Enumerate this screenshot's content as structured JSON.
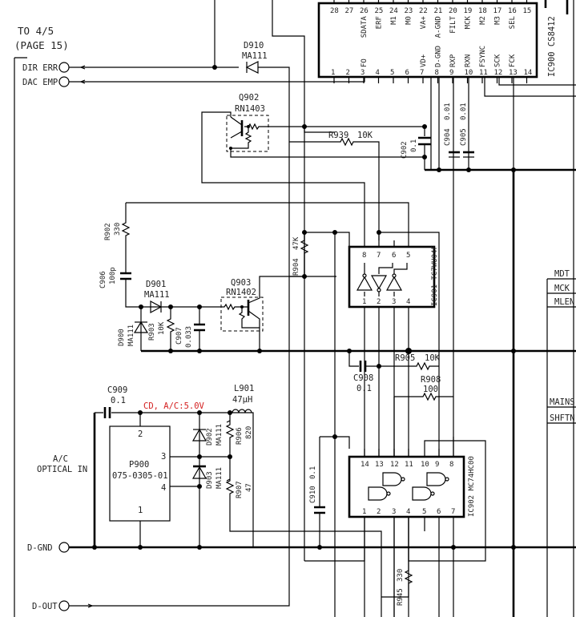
{
  "header": {
    "destination_line1": "TO 4/5",
    "destination_line2": "(PAGE 15)"
  },
  "terminals": {
    "dir_err": "DIR ERR",
    "dac_emp": "DAC EMP",
    "d_gnd": "D-GND",
    "d_out": "D-OUT"
  },
  "input_label": {
    "line1": "A/C",
    "line2": "OPTICAL IN"
  },
  "bus_labels": [
    "MDT",
    "MCK",
    "MLEN",
    "MAINS",
    "SHFTN"
  ],
  "voltage_label": "CD, A/C:5.0V",
  "voltage_color": "#d42020",
  "ic900": {
    "name": "IC900 CS8412",
    "top_pins": [
      "28",
      "27",
      "26",
      "25",
      "24",
      "23",
      "22",
      "21",
      "20",
      "19",
      "18",
      "17",
      "16",
      "15"
    ],
    "top_names": [
      "",
      "",
      "SDATA",
      "ERF",
      "M1",
      "M0",
      "VA+",
      "A-GND",
      "FILT",
      "MCK",
      "M2",
      "M3",
      "SEL",
      ""
    ],
    "bottom_pins": [
      "1",
      "2",
      "3",
      "4",
      "5",
      "6",
      "7",
      "8",
      "9",
      "10",
      "11",
      "12",
      "13",
      "14"
    ],
    "bottom_names": [
      "",
      "",
      "FO",
      "",
      "",
      "",
      "VD+",
      "D-GND",
      "RXP",
      "RXN",
      "FSYNC",
      "SCK",
      "FCK",
      ""
    ]
  },
  "ic901": {
    "name": "IC901 TC7WU04F",
    "top_pins": [
      "8",
      "7",
      "6",
      "5"
    ],
    "bottom_pins": [
      "1",
      "2",
      "3",
      "4"
    ]
  },
  "ic902": {
    "name": "IC902 MC74HC00",
    "top_pins": [
      "14",
      "13",
      "12",
      "11",
      "10",
      "9",
      "8"
    ],
    "bottom_pins": [
      "1",
      "2",
      "3",
      "4",
      "5",
      "6",
      "7"
    ]
  },
  "p900": {
    "name": "P900",
    "part": "075-0305-01",
    "pins": [
      "2",
      "3",
      "4",
      "1"
    ]
  },
  "components": {
    "d910": {
      "ref": "D910",
      "value": "MA111"
    },
    "q902": {
      "ref": "Q902",
      "value": "RN1403"
    },
    "r939": {
      "ref": "R939",
      "value": "10K"
    },
    "c902": {
      "ref": "C902",
      "value": "0.1"
    },
    "c904": {
      "ref": "C904",
      "value": "0.01"
    },
    "c905": {
      "ref": "C905",
      "value": "0.01"
    },
    "r902": {
      "ref": "R902",
      "value": "330"
    },
    "c906": {
      "ref": "C906",
      "value": "100p"
    },
    "d901": {
      "ref": "D901",
      "value": "MA111"
    },
    "d900": {
      "ref": "D900",
      "value": "MA111"
    },
    "r903": {
      "ref": "R903",
      "value": "10K"
    },
    "c907": {
      "ref": "C907",
      "value": "0.033"
    },
    "q903": {
      "ref": "Q903",
      "value": "RN1402"
    },
    "r904": {
      "ref": "R904",
      "value": "47K"
    },
    "r905": {
      "ref": "R905",
      "value": "10K"
    },
    "c908": {
      "ref": "C908",
      "value": "0.1"
    },
    "r908": {
      "ref": "R908",
      "value": "100"
    },
    "c909": {
      "ref": "C909",
      "value": "0.1"
    },
    "l901": {
      "ref": "L901",
      "value": "47µH"
    },
    "d902": {
      "ref": "D902",
      "value": "MA111"
    },
    "d903": {
      "ref": "D903",
      "value": "MA111"
    },
    "r906": {
      "ref": "R906",
      "value": "820"
    },
    "r907": {
      "ref": "R907",
      "value": "47"
    },
    "c910": {
      "ref": "C910",
      "value": "0.1"
    },
    "r945": {
      "ref": "R945",
      "value": "330"
    }
  },
  "cap_marks": {
    "e": "c"
  }
}
